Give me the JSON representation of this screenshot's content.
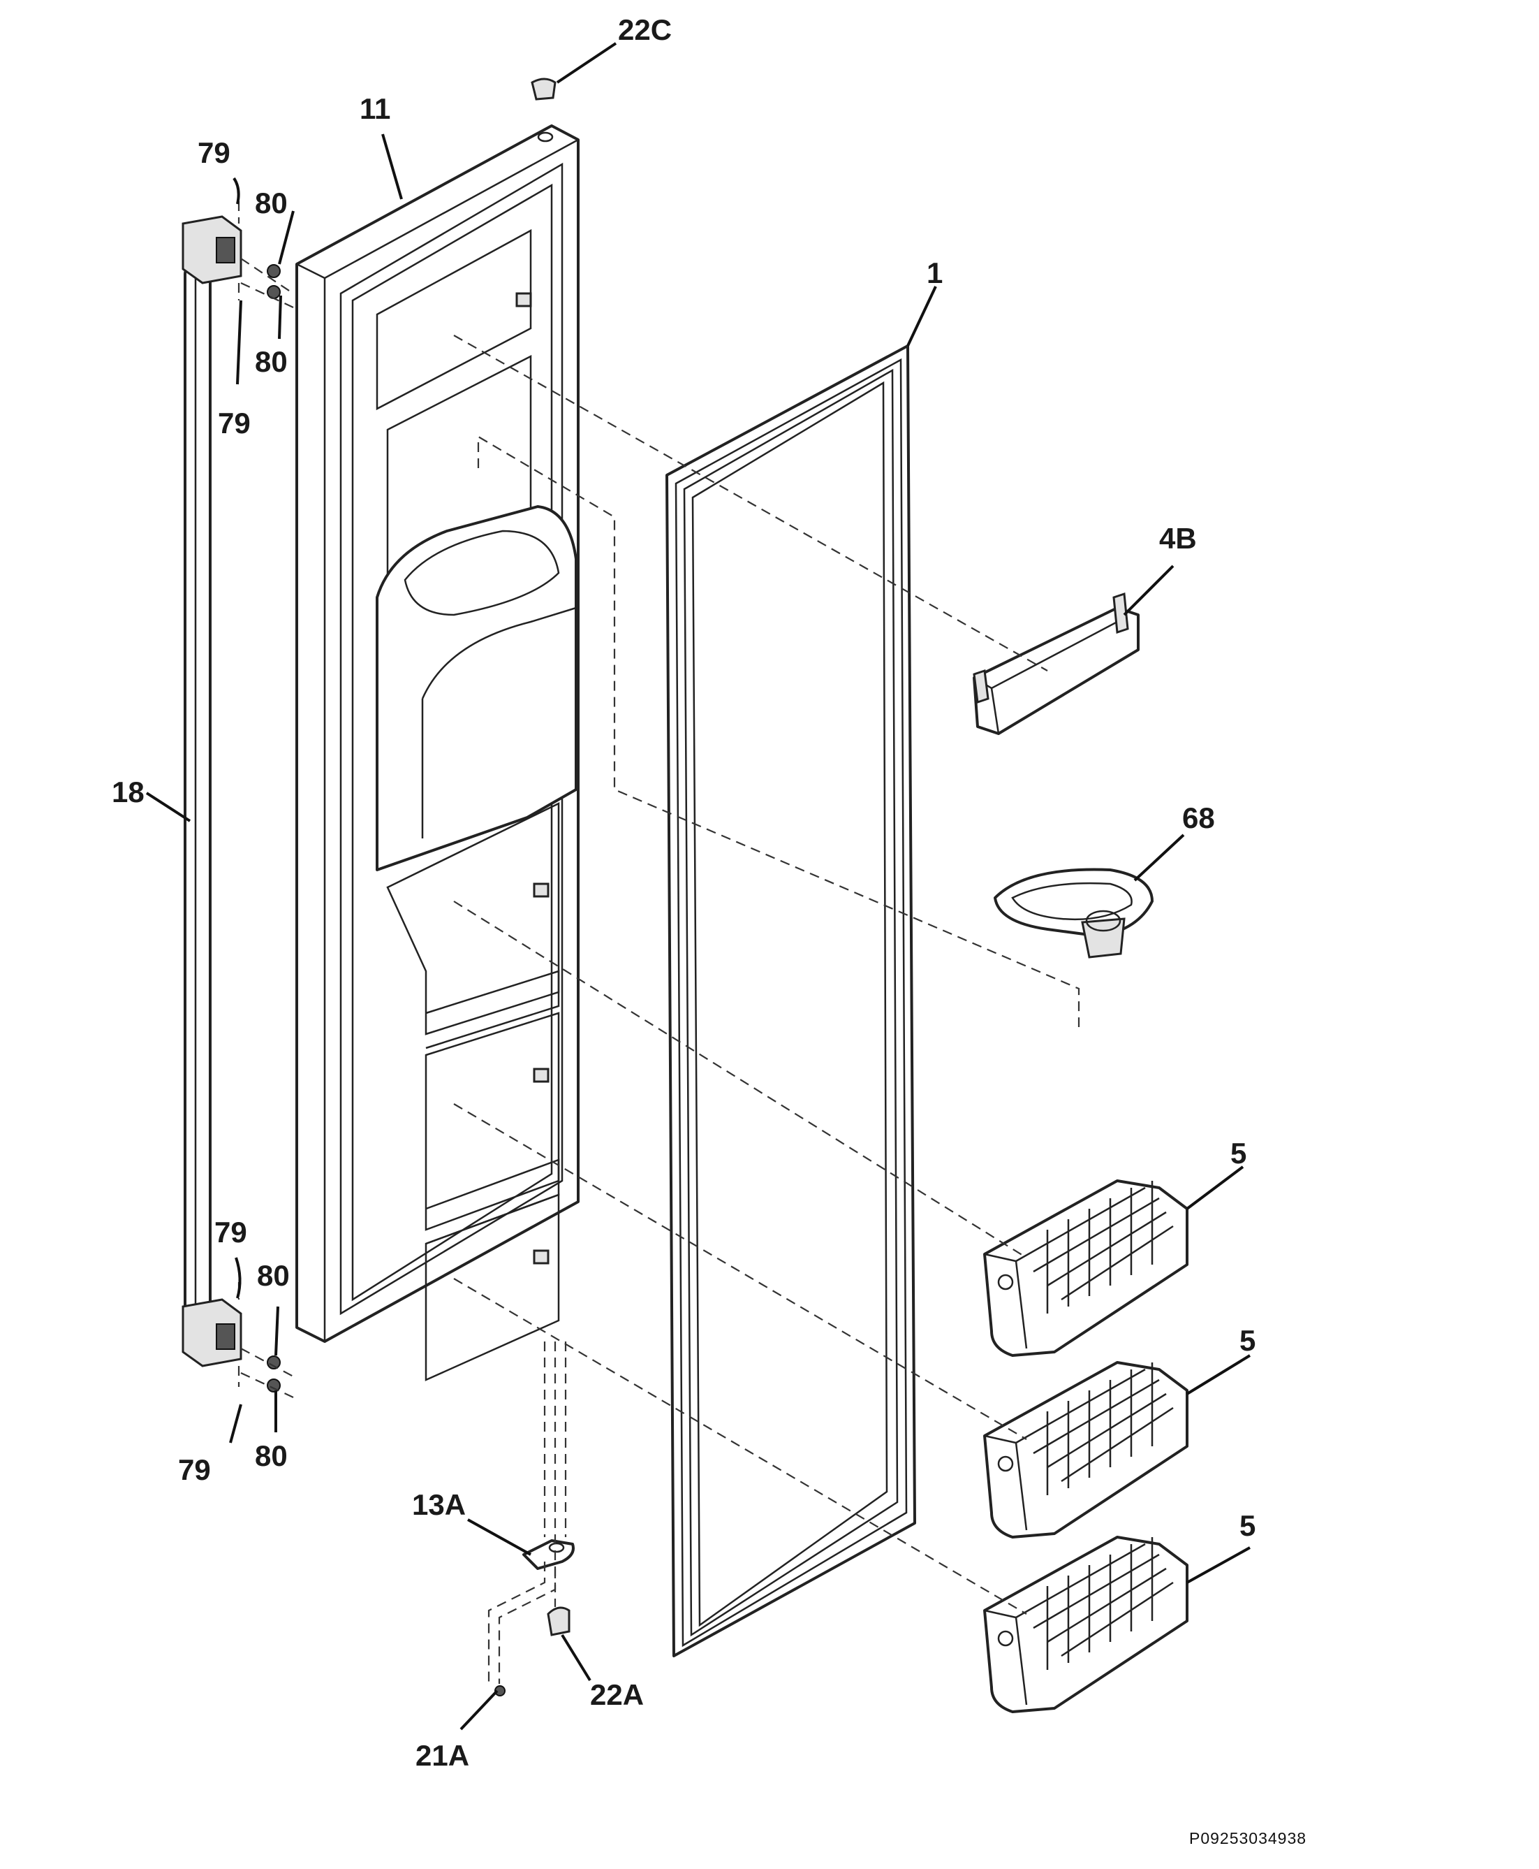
{
  "callouts": {
    "c22C": "22C",
    "c11": "11",
    "c79a": "79",
    "c80a": "80",
    "c80b": "80",
    "c79b": "79",
    "c1": "1",
    "c4B": "4B",
    "c18": "18",
    "c68": "68",
    "c5a": "5",
    "c79c": "79",
    "c80c": "80",
    "c5b": "5",
    "c79d": "79",
    "c80d": "80",
    "c13A": "13A",
    "c5c": "5",
    "c22A": "22A",
    "c21A": "21A"
  },
  "diagram_code": "P09253034938"
}
